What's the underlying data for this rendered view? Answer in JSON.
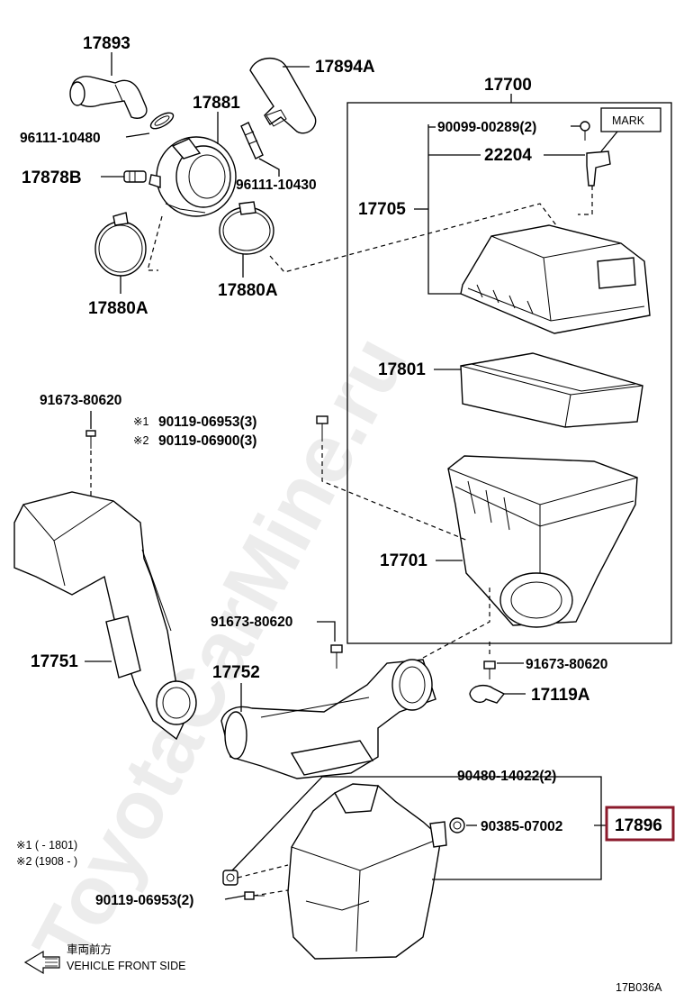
{
  "diagram_code": "17B036A",
  "watermark": "ToyotaCarMine.ru",
  "highlight_color": "#8b1a2b",
  "labels": {
    "p17893": "17893",
    "p17894A": "17894A",
    "p17881": "17881",
    "p96111_10480": "96111-10480",
    "p17878B": "17878B",
    "p96111_10430": "96111-10430",
    "p17880A_left": "17880A",
    "p17880A_right": "17880A",
    "p17700": "17700",
    "p90099": "90099-00289(2)",
    "mark": "MARK",
    "p22204": "22204",
    "p17705": "17705",
    "p17801": "17801",
    "p17701": "17701",
    "p91673_top": "91673-80620",
    "note1_part": "90119-06953(3)",
    "note2_part": "90119-06900(3)",
    "note1_mark": "※1",
    "note2_mark": "※2",
    "p17751": "17751",
    "p91673_mid": "91673-80620",
    "p17752": "17752",
    "p91673_right": "91673-80620",
    "p17119A": "17119A",
    "p90480": "90480-14022(2)",
    "p90385": "90385-07002",
    "p17896": "17896",
    "p90119_bottom": "90119-06953(2)",
    "footnote1": "※1 (      - 1801)",
    "footnote2": "※2 (1908 -      )",
    "front_jp": "車両前方",
    "front_en": "VEHICLE FRONT SIDE"
  }
}
